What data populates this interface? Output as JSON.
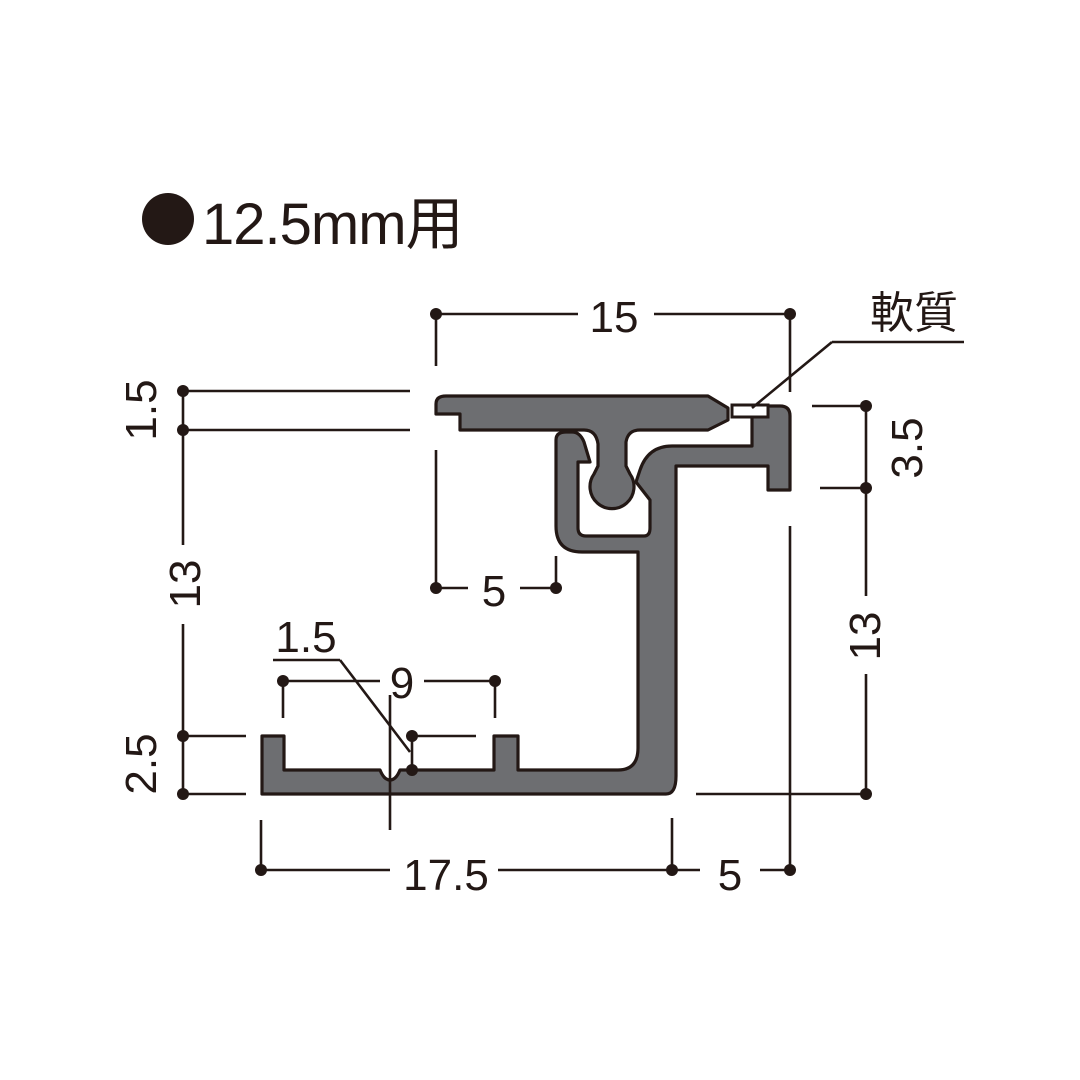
{
  "title": {
    "bullet_icon": "filled-circle",
    "text": "12.5mm用"
  },
  "colors": {
    "profile_fill": "#6d6e71",
    "outline": "#231815",
    "soft_insert": "#ffffff",
    "background": "#ffffff"
  },
  "labels": {
    "soft_material": "軟質"
  },
  "dimensions": {
    "top_width": "15",
    "top_flange_thickness": "1.5",
    "left_height": "13",
    "bottom_flange_height": "2.5",
    "upper_inner_offset": "5",
    "groove_width": "1.5",
    "channel_width": "9",
    "bottom_width": "17.5",
    "bottom_right_offset": "5",
    "right_lip_height": "3.5",
    "right_height": "13"
  },
  "units": "mm"
}
